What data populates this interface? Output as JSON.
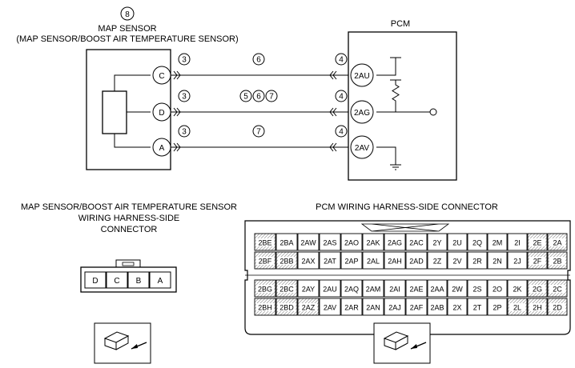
{
  "top": {
    "sensor_number": "8",
    "sensor_title": "MAP SENSOR",
    "sensor_subtitle": "(MAP SENSOR/BOOST AIR TEMPERATURE SENSOR)",
    "pcm_title": "PCM",
    "sensor_pins": [
      "C",
      "D",
      "A"
    ],
    "pcm_pins": [
      "2AU",
      "2AG",
      "2AV"
    ],
    "left_conn_nums": [
      "3",
      "3",
      "3"
    ],
    "right_conn_nums": [
      "4",
      "4",
      "4"
    ],
    "wire_nums": [
      [
        "6"
      ],
      [
        "5",
        "6",
        "7"
      ],
      [
        "7"
      ]
    ]
  },
  "bottom": {
    "left_title_lines": [
      "MAP SENSOR/BOOST AIR TEMPERATURE SENSOR",
      "WIRING HARNESS-SIDE",
      "CONNECTOR"
    ],
    "right_title": "PCM WIRING HARNESS-SIDE CONNECTOR",
    "sensor_connector_pins": [
      "D",
      "C",
      "B",
      "A"
    ],
    "pcm_connector_rows": [
      [
        "2BE",
        "2BA",
        "2AW",
        "2AS",
        "2AO",
        "2AK",
        "2AG",
        "2AC",
        "2Y",
        "2U",
        "2Q",
        "2M",
        "2I",
        "2E",
        "2A"
      ],
      [
        "2BF",
        "2BB",
        "2AX",
        "2AT",
        "2AP",
        "2AL",
        "2AH",
        "2AD",
        "2Z",
        "2V",
        "2R",
        "2N",
        "2J",
        "2F",
        "2B"
      ],
      [
        "2BG",
        "2BC",
        "2AY",
        "2AU",
        "2AQ",
        "2AM",
        "2AI",
        "2AE",
        "2AA",
        "2W",
        "2S",
        "2O",
        "2K",
        "2G",
        "2C"
      ],
      [
        "2BH",
        "2BD",
        "2AZ",
        "2AV",
        "2AR",
        "2AN",
        "2AJ",
        "2AF",
        "2AB",
        "2X",
        "2T",
        "2P",
        "2L",
        "2H",
        "2D"
      ]
    ]
  }
}
